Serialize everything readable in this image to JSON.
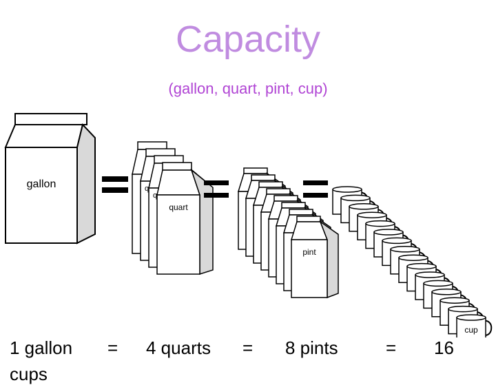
{
  "header": {
    "title": "Capacity",
    "subtitle": "(gallon, quart, pint, cup)"
  },
  "illustration": {
    "gallon_label": "gallon",
    "quart_label": "quart",
    "quart_mark": "q",
    "pint_label": "pint",
    "cup_label": "cup",
    "counts": {
      "quarts": 4,
      "pints": 8,
      "cups": 16
    }
  },
  "equation": {
    "gallon": "1 gallon",
    "eq1": "=",
    "quarts": "4 quarts",
    "eq2": "=",
    "pints": "8 pints",
    "eq3": "=",
    "cups_number": "16",
    "cups_word": "cups"
  },
  "colors": {
    "title": "#c08ce0",
    "subtitle": "#b044d4",
    "line": "#000000",
    "fill": "#ffffff",
    "shade": "#d9d9d9"
  }
}
